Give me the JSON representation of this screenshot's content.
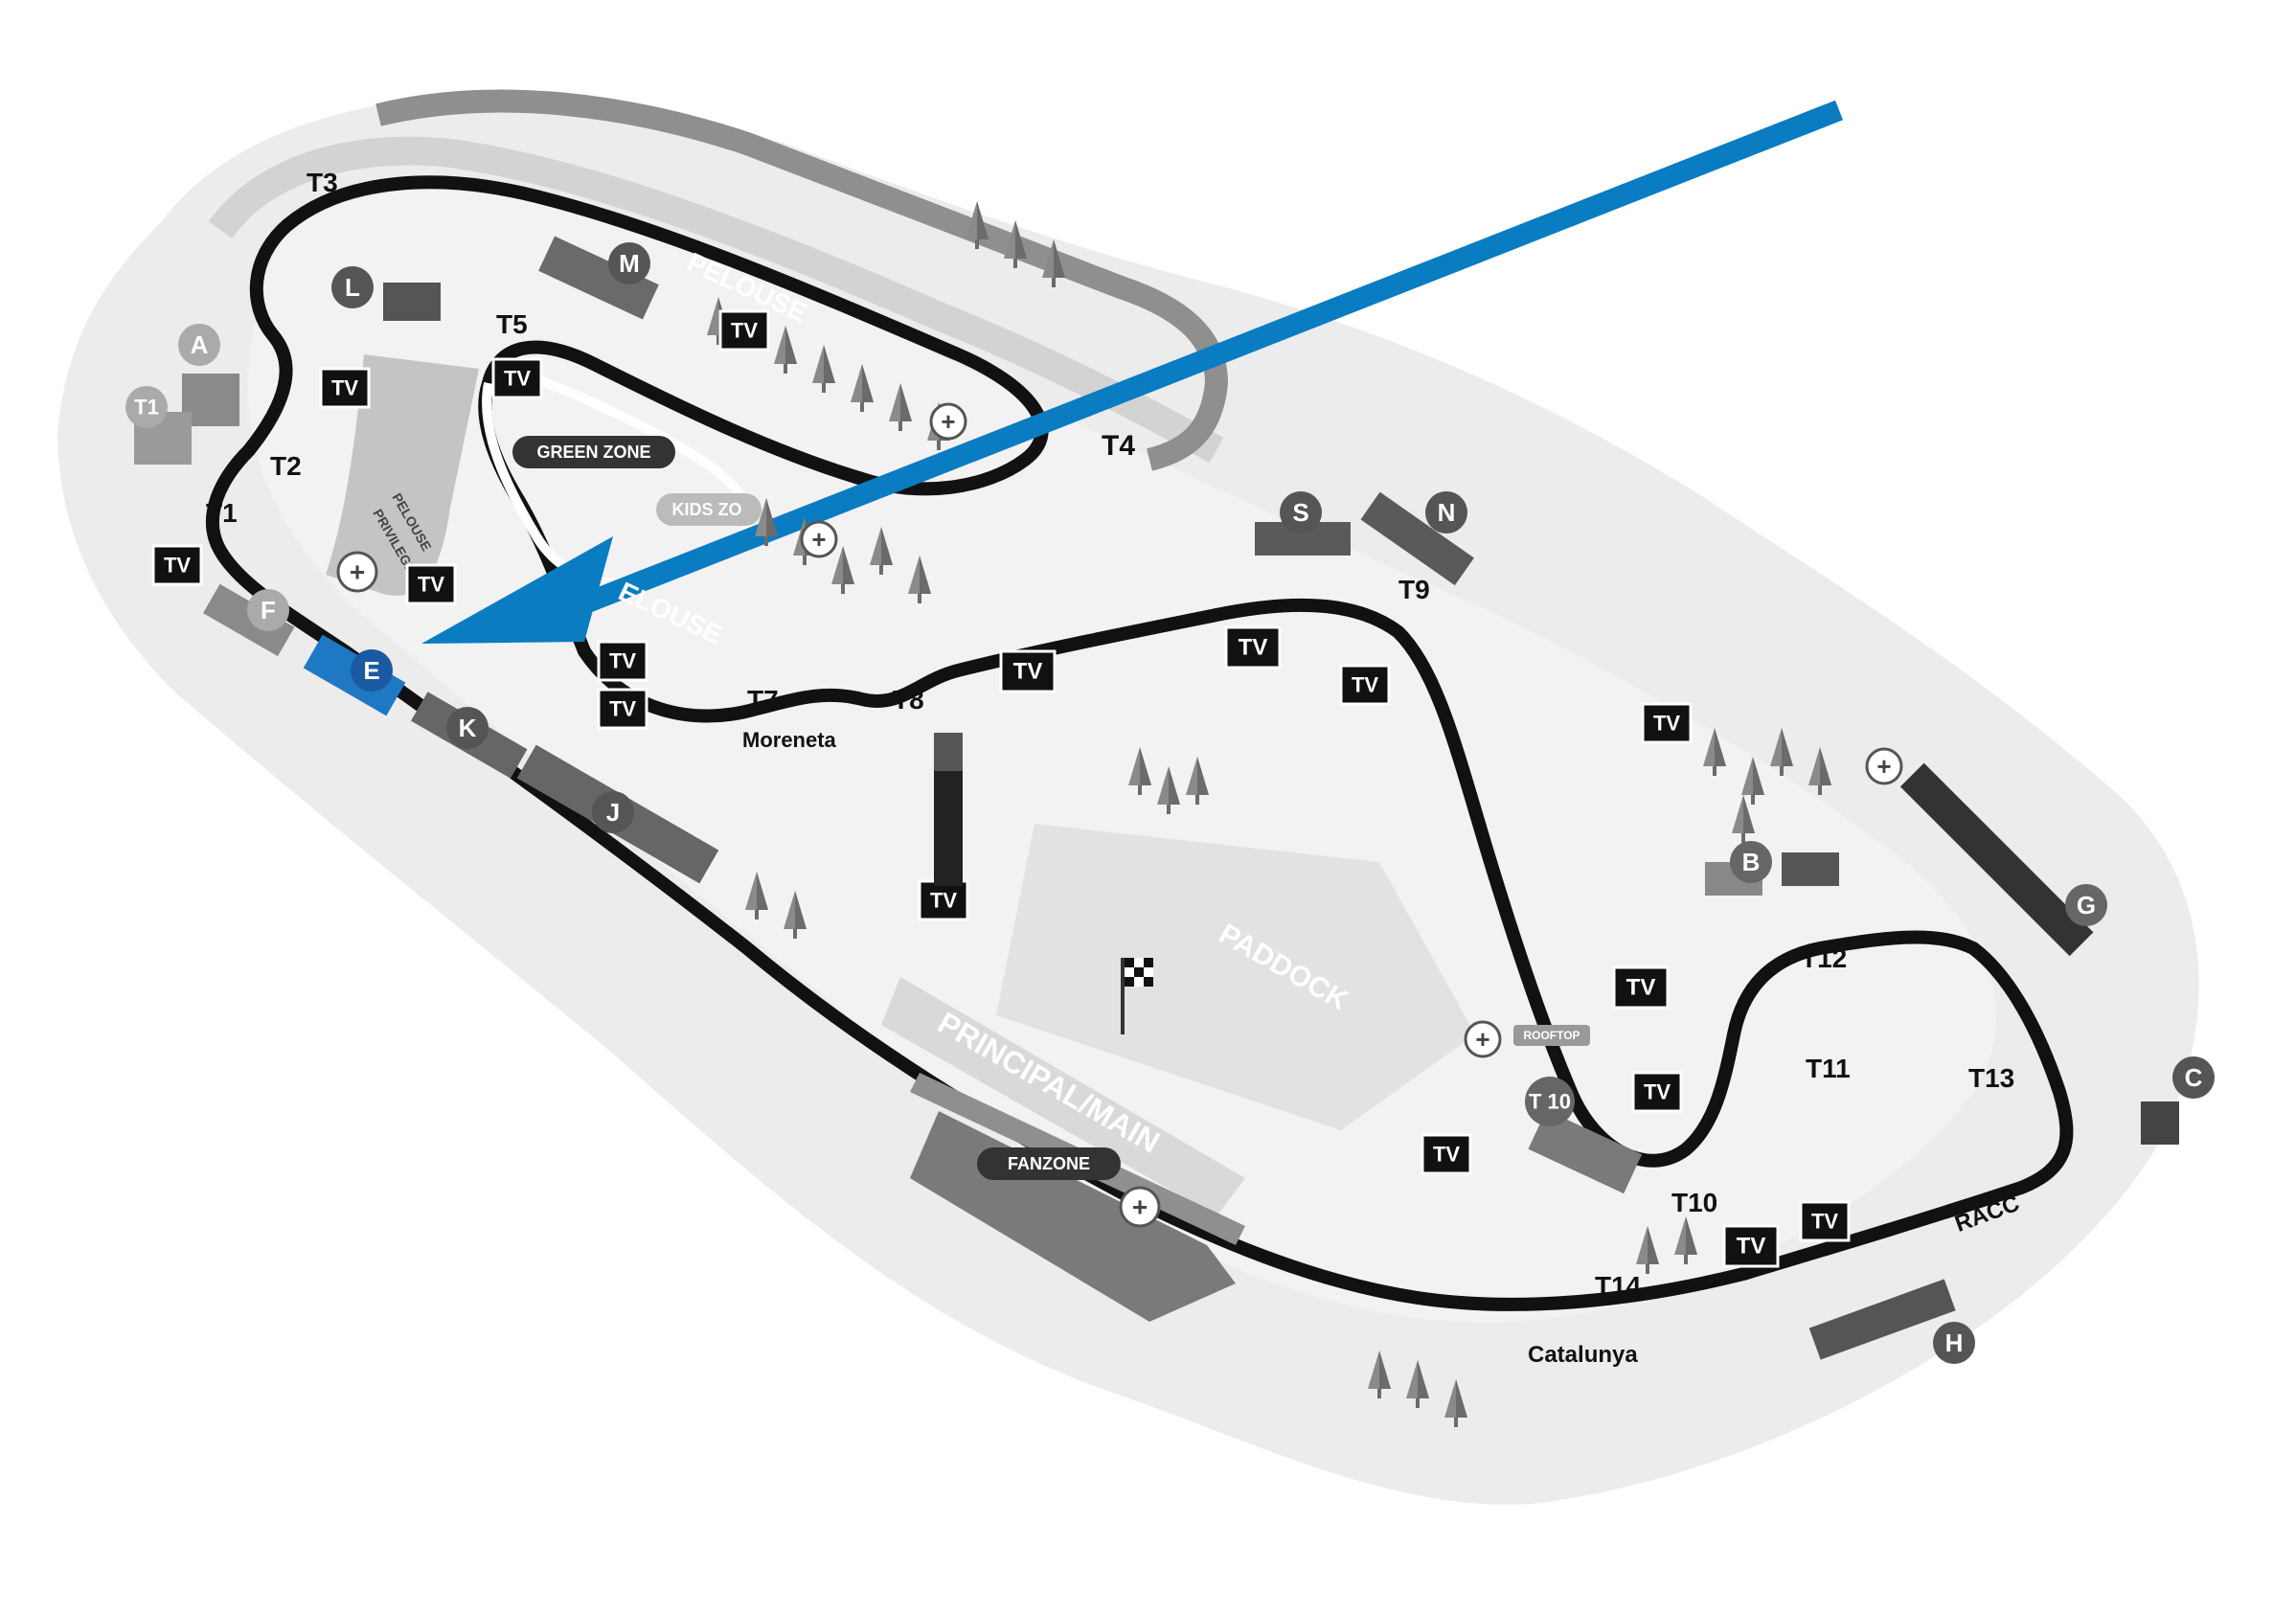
{
  "corners": [
    "T1",
    "T2",
    "T3",
    "T4",
    "T5",
    "T7",
    "T8",
    "T9",
    "T10",
    "T11",
    "T12",
    "T13",
    "T14"
  ],
  "grandstands": [
    "A",
    "B",
    "C",
    "E",
    "F",
    "G",
    "H",
    "J",
    "K",
    "L",
    "M",
    "N",
    "S"
  ],
  "highlighted_grandstand": "E",
  "named_sections": {
    "moreneta": "Moreneta",
    "catalunya": "Catalunya",
    "racc": "RACC",
    "t1_building": "T1",
    "t10_building": "T 10",
    "green_zone": "GREEN ZONE",
    "kids_zone": "KIDS ZO",
    "fanzone": "FANZONE",
    "pelouse_top": "PELOUSE",
    "pelouse_lower": "ELOUSE",
    "pelouse_privilege_1": "PELOUSE",
    "pelouse_privilege_2": "PRIVILEGE",
    "paddock": "PADDOCK",
    "principal_main": "PRINCIPAL/MAIN",
    "rooftop": "ROOFTOP"
  },
  "tv_label": "TV",
  "first_aid_symbol": "+",
  "colors": {
    "track": "#111111",
    "highlight": "#1f78c4",
    "arrow": "#0a7cc2",
    "land": "#eaeaea",
    "stand": "#7a7a7a"
  },
  "icons": [
    "tv-screen-icon",
    "first-aid-icon",
    "tree-icon",
    "checkered-flag-icon",
    "direction-arrow-icon"
  ]
}
